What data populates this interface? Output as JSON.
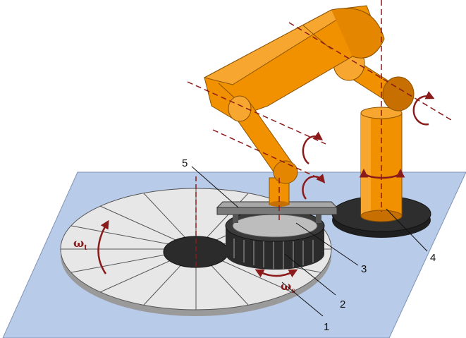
{
  "labels": {
    "l1": "1",
    "l2": "2",
    "l3": "3",
    "l4": "4",
    "l5": "5"
  },
  "symbols": {
    "omega": "ω",
    "turntable_sub": "t",
    "spindle_sub": "s"
  },
  "colors": {
    "floor": "#b8cbe9",
    "robot": "#f19100",
    "robot_dark": "#c76f00",
    "disk": "#e7e7e7",
    "tool": "#2b2b2b",
    "axis": "#8b1a1a"
  }
}
